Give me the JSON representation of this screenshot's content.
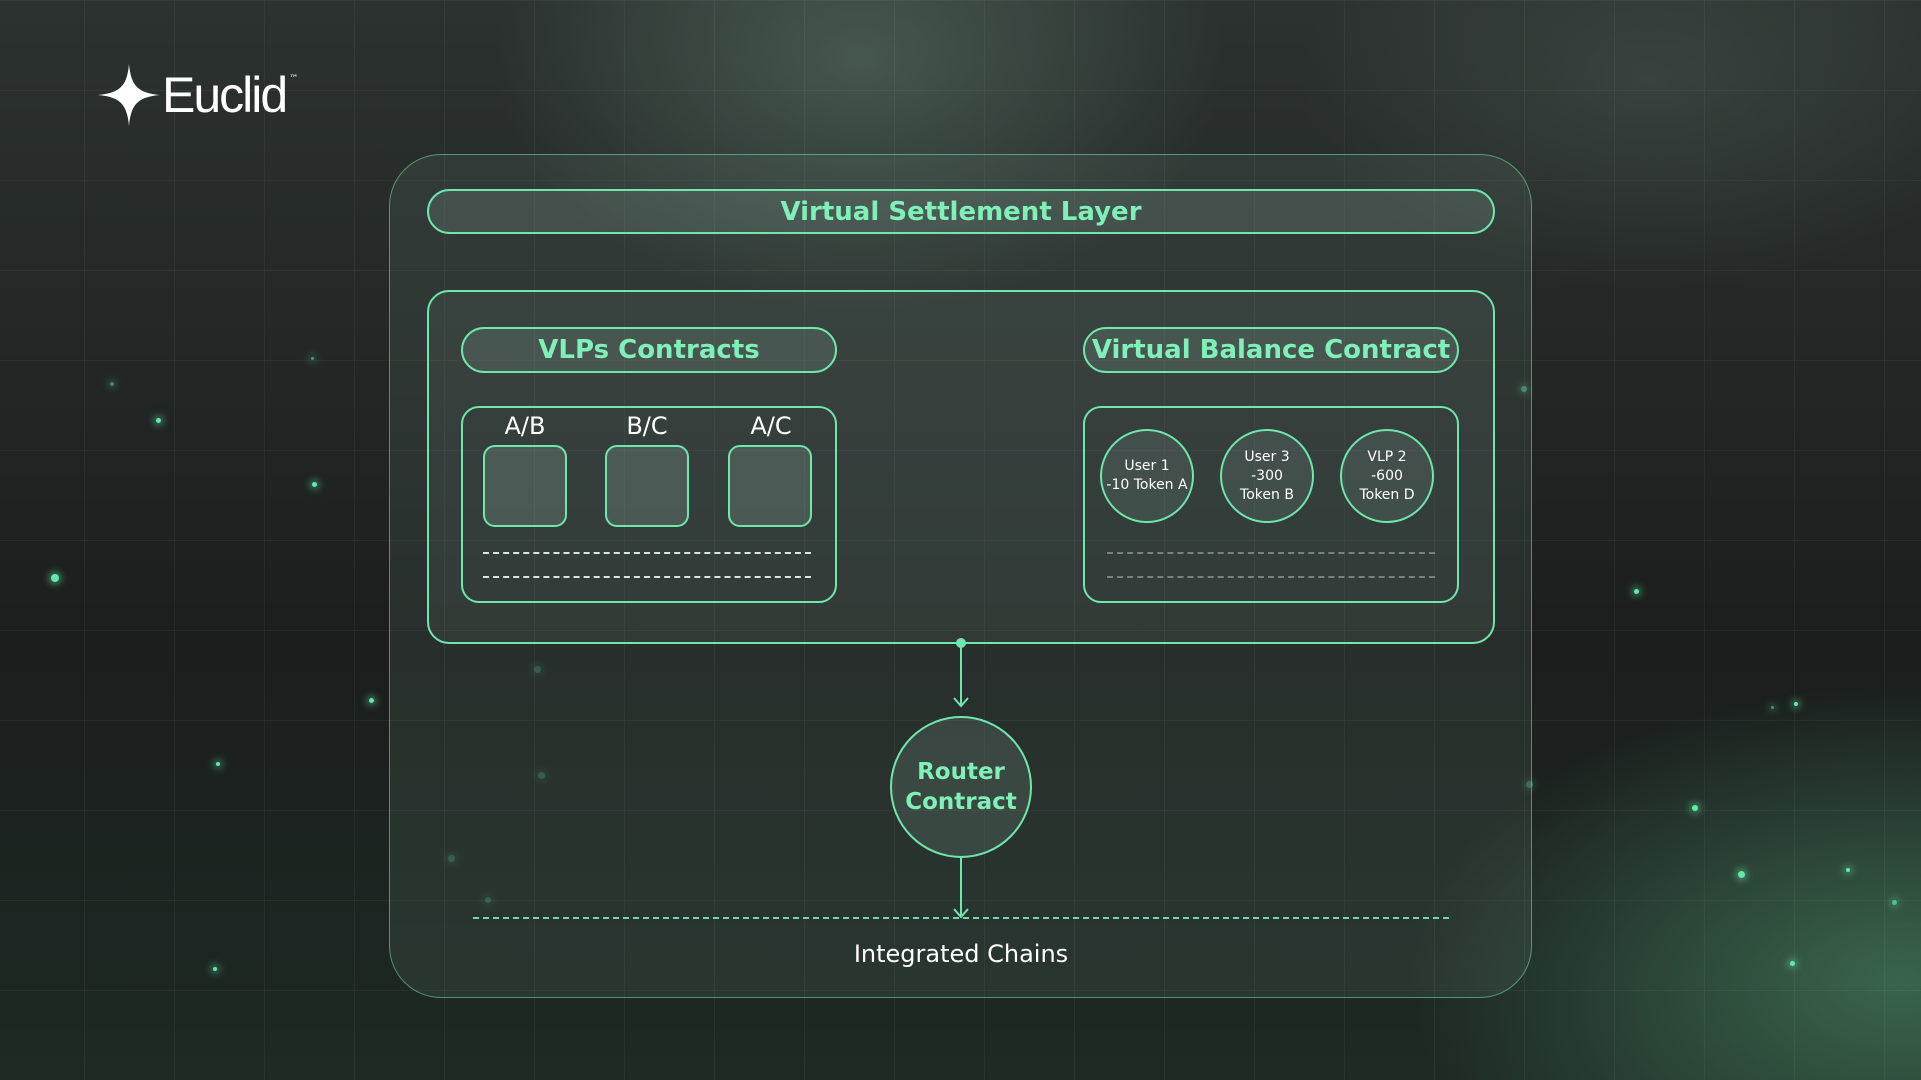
{
  "brand": {
    "name": "Euclid",
    "trademark": "™",
    "logo_icon": "four-point-star-icon"
  },
  "diagram": {
    "title": "Virtual Settlement Layer",
    "vlps": {
      "title": "VLPs Contracts",
      "pairs": [
        "A/B",
        "B/C",
        "A/C"
      ]
    },
    "virtual_balance": {
      "title": "Virtual Balance Contract",
      "entries": [
        {
          "lines": [
            "User 1",
            "-10 Token A"
          ]
        },
        {
          "lines": [
            "User 3",
            "-300",
            "Token B"
          ]
        },
        {
          "lines": [
            "VLP 2",
            "-600",
            "Token D"
          ]
        }
      ]
    },
    "router": {
      "lines": [
        "Router",
        "Contract"
      ]
    },
    "chains_label": "Integrated Chains"
  },
  "colors": {
    "accent": "#6fe6ab",
    "accent_text": "#7ff0b8",
    "background": "#1a1c1b",
    "text": "#ffffff"
  }
}
